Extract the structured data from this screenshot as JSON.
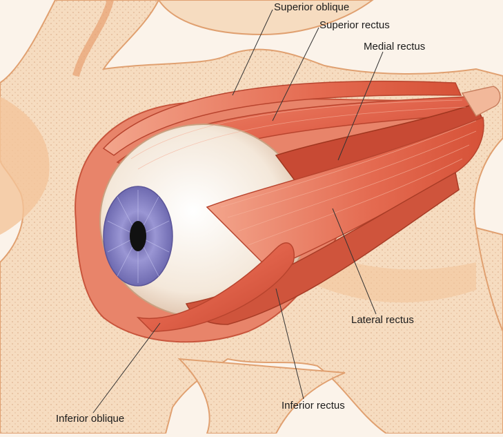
{
  "labels": {
    "superior_oblique": "Superior oblique",
    "superior_rectus": "Superior rectus",
    "medial_rectus": "Medial rectus",
    "lateral_rectus": "Lateral rectus",
    "inferior_rectus": "Inferior rectus",
    "inferior_oblique": "Inferior oblique"
  },
  "colors": {
    "background": "#fbf3ea",
    "bone": "#f6dcc0",
    "bone_edge": "#e2a070",
    "muscle": "#e0624a",
    "muscle_dark": "#c0402c",
    "muscle_light": "#f0907a",
    "sclera": "#f5ece2",
    "iris": "#8a86c8",
    "pupil": "#111111",
    "leader_line": "#333333"
  }
}
